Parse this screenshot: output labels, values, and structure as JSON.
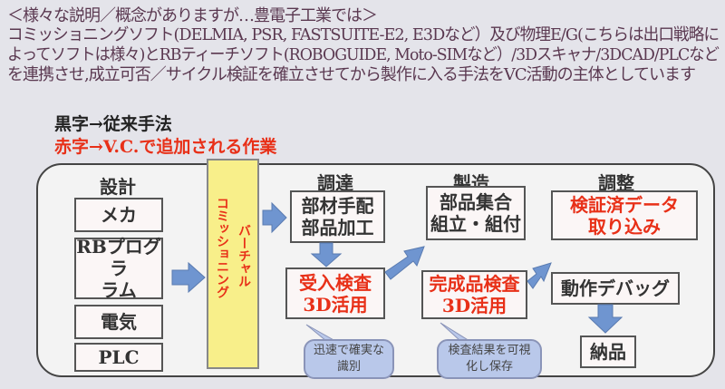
{
  "intro": [
    "＜様々な説明／概念がありますが…豊電子工業では＞",
    "コミッショニングソフト(DELMIA, PSR, FASTSUITE-E2, E3Dなど）及び物理E/G(こちらは出口戦略に",
    "よってソフトは様々)とRBティーチソフト(ROBOGUIDE, Moto-SIMなど）/3Dスキャナ/3DCAD/PLCなど",
    "を連携させ,成立可否／サイクル検証を確立させてから製作に入る手法をVC活動の主体としています"
  ],
  "legend": {
    "black": "黒字→従来手法",
    "red": "赤字→V.C.で追加される作業"
  },
  "headers": {
    "design": "設計",
    "procure": "調達",
    "manufacture": "製造",
    "adjust": "調整"
  },
  "design": [
    "メカ",
    "RBプログラ",
    "ラム",
    "電気",
    "PLC"
  ],
  "virtual": {
    "line1": "バーチャル",
    "line2": "コミッショニング"
  },
  "procure": {
    "box1a": "部材手配",
    "box1b": "部品加工",
    "box2a": "受入検査",
    "box2b": "3D活用",
    "callout_a": "迅速で確実な",
    "callout_b": "識別"
  },
  "manufacture": {
    "box1a": "部品集合",
    "box1b": "組立・組付",
    "box2a": "完成品検査",
    "box2b": "3D活用",
    "callout_a": "検査結果を可視",
    "callout_b": "化し保存"
  },
  "adjust": {
    "box1a": "検証済データ",
    "box1b": "取り込み",
    "box2": "動作デバッグ",
    "box3": "納品"
  },
  "colors": {
    "red": "#e83018",
    "yellow": "#f8ef8a",
    "arrow": "#6f95d0",
    "callout": "#b9c8ea"
  }
}
